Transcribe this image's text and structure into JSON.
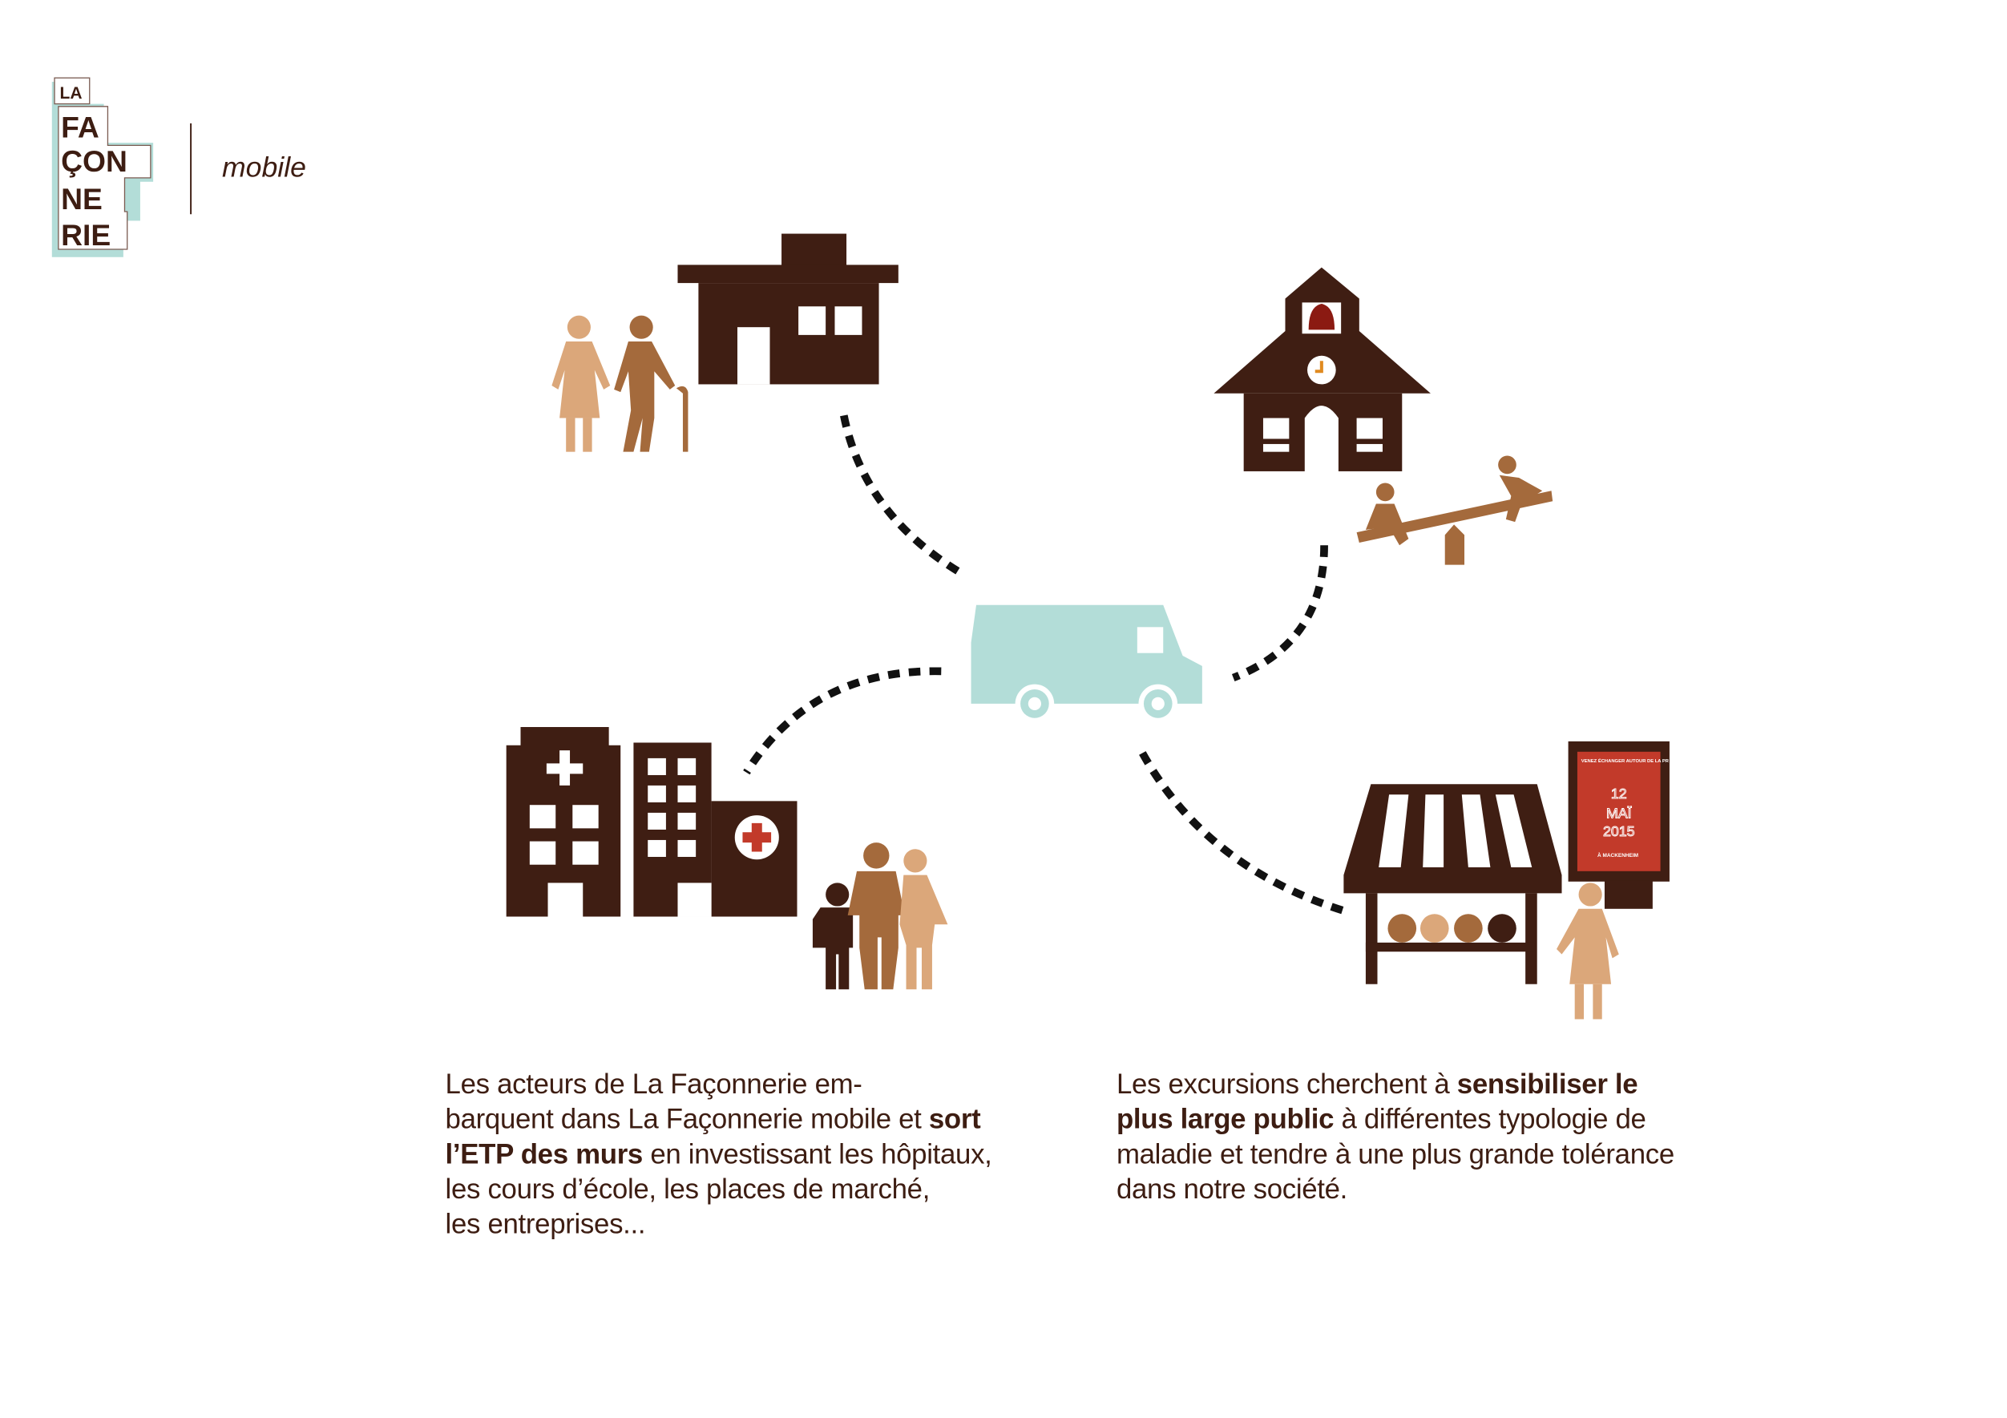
{
  "logo": {
    "line1": "LA",
    "line2": "FA",
    "line3": "ÇON",
    "line4": "NE",
    "line5": "RIE"
  },
  "subtitle": "mobile",
  "poster": {
    "header": "VENEZ ÉCHANGER AUTOUR DE LA PR & D'UN CAFÉ !",
    "day": "12",
    "month": "MAÏ",
    "year": "2015",
    "place": "À MACKENHEIM"
  },
  "left_text": {
    "p1": "Les acteurs de La Façonnerie em-",
    "p2": "barquent dans La Façonnerie mobile et ",
    "b1": "sort",
    "b2": "l’ETP des murs",
    "p3": " en investissant les hôpitaux,",
    "p4": "les cours d’école, les places de marché,",
    "p5": "les entreprises..."
  },
  "right_text": {
    "p1": "Les excursions cherchent à ",
    "b1": "sensibiliser le",
    "b2": "plus large public",
    "p2": " à différentes typologie de",
    "p3": "maladie et tendre à une plus grande tolérance",
    "p4": "dans notre société."
  },
  "colors": {
    "dark": "#3f1e13",
    "brown": "#a46a3c",
    "tan": "#dba77a",
    "teal": "#b3ddd8",
    "red": "#c23a2a"
  }
}
